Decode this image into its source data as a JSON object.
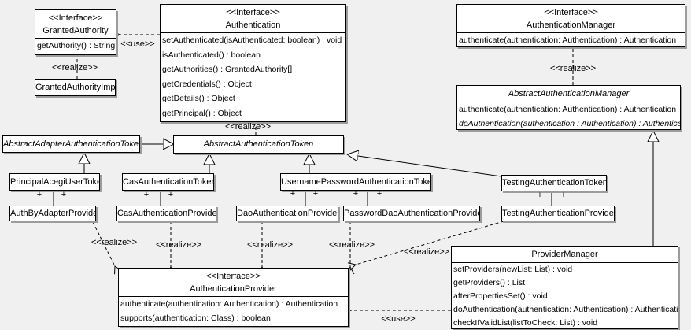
{
  "diagram": {
    "background": "#f0f0f0",
    "box_fill": "#ffffff",
    "border_color": "#000000",
    "shadow_color": "#9c9c9c"
  },
  "labels": {
    "interface_stereotype": "<<Interface>>",
    "realize": "<<realize>>",
    "use": "<<use>>",
    "association_end": "+"
  },
  "classes": {
    "granted_authority": {
      "stereotype": "<<Interface>>",
      "name": "GrantedAuthority",
      "methods": [
        "getAuthority() : String"
      ]
    },
    "granted_authority_impl": {
      "name": "GrantedAuthorityImpl",
      "methods": []
    },
    "authentication": {
      "stereotype": "<<Interface>>",
      "name": "Authentication",
      "methods": [
        "setAuthenticated(isAuthenticated: boolean) : void",
        "isAuthenticated() : boolean",
        "getAuthorities() : GrantedAuthority[]",
        "getCredentials() : Object",
        "getDetails() : Object",
        "getPrincipal() : Object"
      ]
    },
    "authentication_manager": {
      "stereotype": "<<Interface>>",
      "name": "AuthenticationManager",
      "methods": [
        "authenticate(authentication: Authentication) : Authentication"
      ]
    },
    "abstract_authentication_manager": {
      "name": "AbstractAuthenticationManager",
      "abstract": true,
      "methods": [
        "authenticate(authentication: Authentication) : Authentication",
        "doAuthentication(authentication : Authentication) : Authentication"
      ],
      "abstract_method_indexes": [
        1
      ]
    },
    "abstract_adapter_authentication_token": {
      "name": "AbstractAdapterAuthenticationToken",
      "abstract": true,
      "methods": []
    },
    "abstract_authentication_token": {
      "name": "AbstractAuthenticationToken",
      "abstract": true,
      "methods": []
    },
    "principal_acegi_user_token": {
      "name": "PrincipalAcegiUserToken",
      "methods": []
    },
    "cas_authentication_token": {
      "name": "CasAuthenticationToken",
      "methods": []
    },
    "username_password_authentication_token": {
      "name": "UsernamePasswordAuthenticationToken",
      "methods": []
    },
    "testing_authentication_token": {
      "name": "TestingAuthenticationToken",
      "methods": []
    },
    "auth_by_adapter_provider": {
      "name": "AuthByAdapterProvider",
      "methods": []
    },
    "cas_authentication_provider": {
      "name": "CasAuthenticationProvider",
      "methods": []
    },
    "dao_authentication_provider": {
      "name": "DaoAuthenticationProvider",
      "methods": []
    },
    "password_dao_authentication_provider": {
      "name": "PasswordDaoAuthenticationProvider",
      "methods": []
    },
    "testing_authentication_provider": {
      "name": "TestingAuthenticationProvider",
      "methods": []
    },
    "authentication_provider": {
      "stereotype": "<<Interface>>",
      "name": "AuthenticationProvider",
      "methods": [
        "authenticate(authentication: Authentication) : Authentication",
        "supports(authentication: Class) : boolean"
      ]
    },
    "provider_manager": {
      "name": "ProviderManager",
      "methods": [
        "setProviders(newList: List) : void",
        "getProviders() : List",
        "afterPropertiesSet() : void",
        "doAuthentication(authentication: Authentication) : Authentication",
        "checkIfValidList(listToCheck: List) : void"
      ]
    }
  },
  "relationships": [
    {
      "type": "use",
      "from": "authentication",
      "to": "granted_authority",
      "label": "<<use>>"
    },
    {
      "type": "realize",
      "from": "granted_authority_impl",
      "to": "granted_authority",
      "label": "<<realize>>"
    },
    {
      "type": "realize",
      "from": "abstract_authentication_token",
      "to": "authentication",
      "label": "<<realize>>"
    },
    {
      "type": "realize",
      "from": "abstract_authentication_manager",
      "to": "authentication_manager",
      "label": "<<realize>>"
    },
    {
      "type": "generalization",
      "from": "abstract_adapter_authentication_token",
      "to": "abstract_authentication_token"
    },
    {
      "type": "generalization",
      "from": "principal_acegi_user_token",
      "to": "abstract_adapter_authentication_token"
    },
    {
      "type": "generalization",
      "from": "cas_authentication_token",
      "to": "abstract_authentication_token"
    },
    {
      "type": "generalization",
      "from": "username_password_authentication_token",
      "to": "abstract_authentication_token"
    },
    {
      "type": "generalization",
      "from": "testing_authentication_token",
      "to": "abstract_authentication_token"
    },
    {
      "type": "generalization",
      "from": "provider_manager",
      "to": "abstract_authentication_manager"
    },
    {
      "type": "association",
      "from": "principal_acegi_user_token",
      "to": "auth_by_adapter_provider",
      "end_labels": [
        "+",
        "+"
      ]
    },
    {
      "type": "association",
      "from": "cas_authentication_token",
      "to": "cas_authentication_provider",
      "end_labels": [
        "+",
        "+"
      ]
    },
    {
      "type": "association",
      "from": "username_password_authentication_token",
      "to": "dao_authentication_provider",
      "end_labels": [
        "+",
        "+"
      ]
    },
    {
      "type": "association",
      "from": "username_password_authentication_token",
      "to": "password_dao_authentication_provider",
      "end_labels": [
        "+",
        "+"
      ]
    },
    {
      "type": "association",
      "from": "testing_authentication_token",
      "to": "testing_authentication_provider",
      "end_labels": [
        "+",
        "+"
      ]
    },
    {
      "type": "realize",
      "from": "auth_by_adapter_provider",
      "to": "authentication_provider",
      "label": "<<realize>>"
    },
    {
      "type": "realize",
      "from": "cas_authentication_provider",
      "to": "authentication_provider",
      "label": "<<realize>>"
    },
    {
      "type": "realize",
      "from": "dao_authentication_provider",
      "to": "authentication_provider",
      "label": "<<realize>>"
    },
    {
      "type": "realize",
      "from": "password_dao_authentication_provider",
      "to": "authentication_provider",
      "label": "<<realize>>"
    },
    {
      "type": "realize",
      "from": "testing_authentication_provider",
      "to": "authentication_provider",
      "label": "<<realize>>"
    },
    {
      "type": "use",
      "from": "provider_manager",
      "to": "authentication_provider",
      "label": "<<use>>"
    }
  ]
}
